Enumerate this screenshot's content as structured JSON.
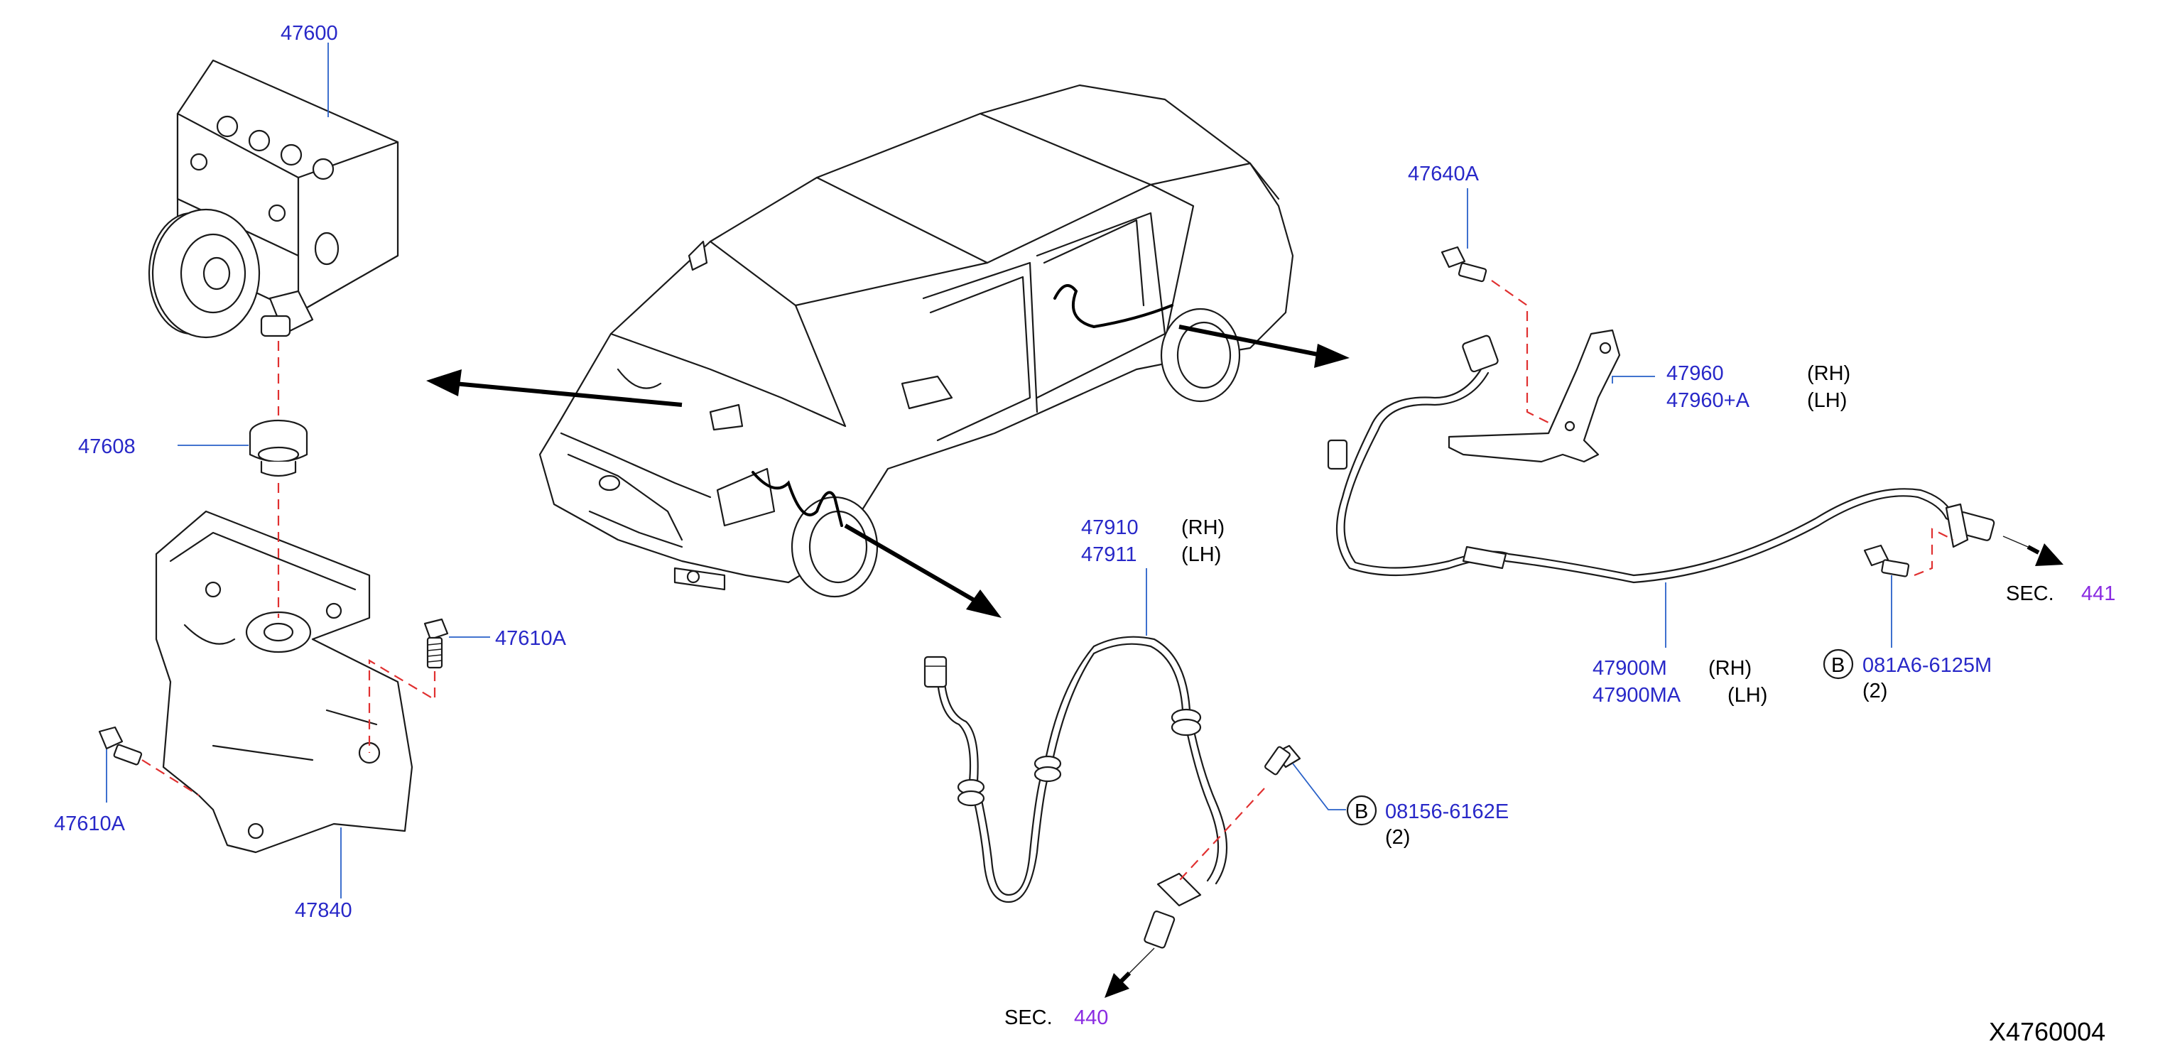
{
  "diagram_code": "X4760004",
  "parts": {
    "abs_actuator": "47600",
    "bushing": "47608",
    "bolt_top": "47610A",
    "bolt_left": "47610A",
    "bracket_actuator": "47840",
    "bolt_sensor_bracket": "47640A",
    "front_sensor_rh": "47910",
    "front_sensor_lh": "47911",
    "rear_bracket_rh": "47960",
    "rear_bracket_lh": "47960+A",
    "rear_sensor_rh": "47900M",
    "rear_sensor_lh": "47900MA",
    "front_bolt": "08156-6162E",
    "front_bolt_qty": "(2)",
    "rear_bolt": "081A6-6125M",
    "rear_bolt_qty": "(2)"
  },
  "sides": {
    "rh": "(RH)",
    "lh": "(LH)"
  },
  "bolt_marker": "B",
  "sections": {
    "prefix": "SEC.",
    "front": "440",
    "rear": "441"
  },
  "colors": {
    "part_number": "#2828c8",
    "section_number": "#8a2be2",
    "leader": "#2860c8",
    "dashed_guide": "#e03030"
  }
}
